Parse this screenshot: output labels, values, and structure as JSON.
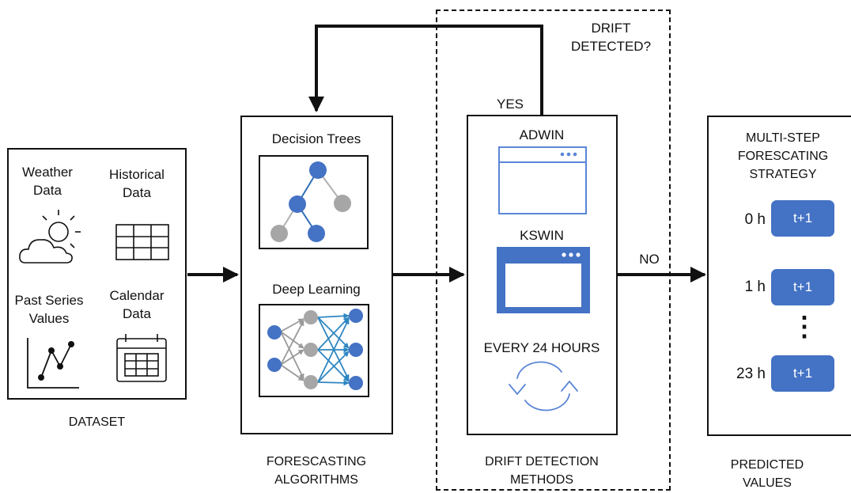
{
  "loop_label": "DRIFT\nDETECTED?",
  "yes_label": "YES",
  "no_label": "NO",
  "dataset": {
    "caption": "DATASET",
    "items": [
      {
        "label": "Weather\nData",
        "icon": "cloud-sun-icon"
      },
      {
        "label": "Historical\nData",
        "icon": "table-grid-icon"
      },
      {
        "label": "Past Series\nValues",
        "icon": "line-chart-icon"
      },
      {
        "label": "Calendar\nData",
        "icon": "calendar-icon"
      }
    ]
  },
  "algorithms": {
    "caption": "FORESCASTING\nALGORITHMS",
    "decision_trees": "Decision Trees",
    "deep_learning": "Deep Learning"
  },
  "drift": {
    "caption": "DRIFT DETECTION\nMETHODS",
    "adwin": "ADWIN",
    "kswin": "KSWIN",
    "every": "EVERY 24 HOURS"
  },
  "predicted": {
    "caption": "PREDICTED\nVALUES",
    "title": "MULTI-STEP\nFORESCATING\nSTRATEGY",
    "steps": [
      {
        "hour": "0 h",
        "label": "t+1"
      },
      {
        "hour": "1 h",
        "label": "t+1"
      },
      {
        "hour": "23 h",
        "label": "t+1"
      }
    ],
    "ellipsis": "⋮"
  },
  "colors": {
    "accent_blue": "#4472c4",
    "node_gray": "#a6a6a6",
    "line_gray": "#b0b0b0",
    "window_blue": "#5b86d6"
  }
}
